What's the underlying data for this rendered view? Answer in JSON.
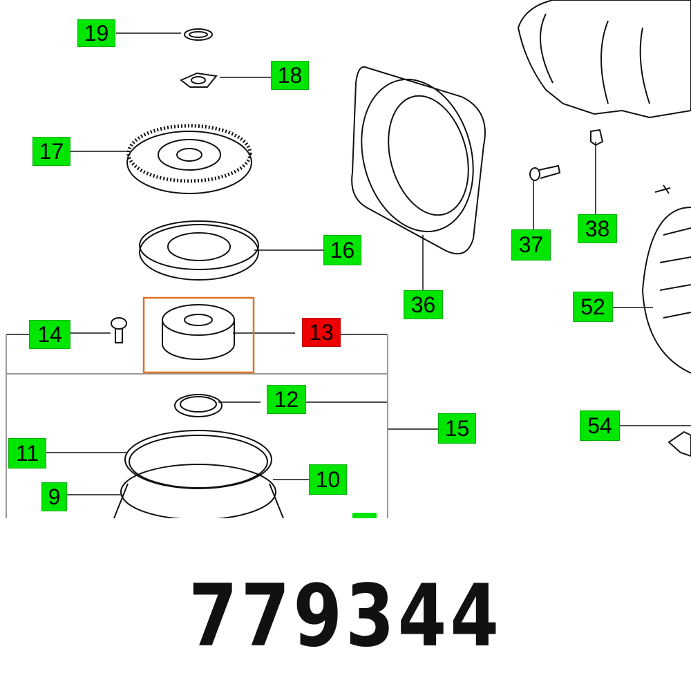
{
  "diagram": {
    "callouts": [
      {
        "id": "19",
        "label": "19"
      },
      {
        "id": "18",
        "label": "18"
      },
      {
        "id": "17",
        "label": "17"
      },
      {
        "id": "16",
        "label": "16"
      },
      {
        "id": "14",
        "label": "14"
      },
      {
        "id": "13",
        "label": "13",
        "highlighted": true
      },
      {
        "id": "12",
        "label": "12"
      },
      {
        "id": "15",
        "label": "15"
      },
      {
        "id": "11",
        "label": "11"
      },
      {
        "id": "10",
        "label": "10"
      },
      {
        "id": "9",
        "label": "9"
      },
      {
        "id": "36",
        "label": "36"
      },
      {
        "id": "37",
        "label": "37"
      },
      {
        "id": "38",
        "label": "38"
      },
      {
        "id": "52",
        "label": "52"
      },
      {
        "id": "54",
        "label": "54"
      }
    ],
    "colors": {
      "callout": "#00e600",
      "highlight_callout": "#ee0000",
      "highlight_frame": "#e07020"
    }
  },
  "part_number": "779344"
}
